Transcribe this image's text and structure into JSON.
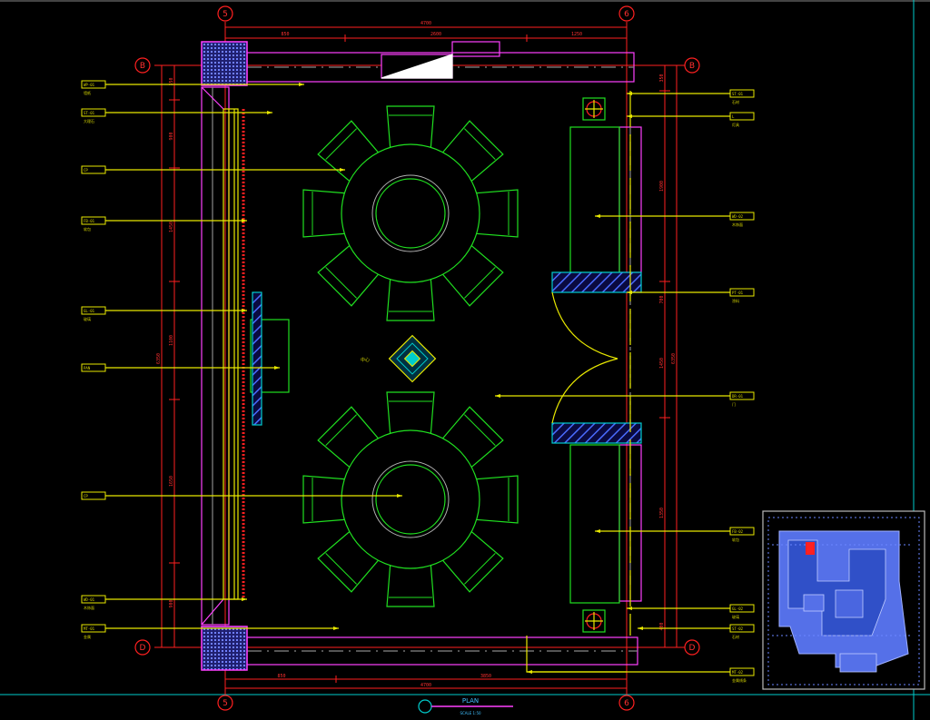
{
  "drawing": {
    "title": "PLAN",
    "subtitle": "SCALE 1:50",
    "center_tag": "中心"
  },
  "grid_marks": {
    "top_left": "5",
    "top_right": "6",
    "bottom_left": "5",
    "bottom_right": "6",
    "left_top": "B",
    "left_bottom": "D",
    "right_top": "B",
    "right_bottom": "D"
  },
  "dimensions": {
    "top_total": "4700",
    "top_parts": [
      "850",
      "2600",
      "1250"
    ],
    "bottom_total": "4700",
    "bottom_parts": [
      "850",
      "3850"
    ],
    "left_total": "6350",
    "left_parts": [
      "350",
      "900",
      "1450",
      "1100",
      "1650",
      "900"
    ],
    "right_total": "6350",
    "right_parts": [
      "350",
      "1900",
      "700",
      "1450",
      "1350",
      "400"
    ]
  },
  "left_callouts": [
    {
      "code": "WP-01",
      "note": "墙纸"
    },
    {
      "code": "ST-01",
      "note": "大理石"
    },
    {
      "code": "CP",
      "note": ""
    },
    {
      "code": "FB-01",
      "note": "软包"
    },
    {
      "code": "GL-01",
      "note": "玻璃"
    },
    {
      "code": "PAN",
      "note": ""
    },
    {
      "code": "CP",
      "note": ""
    },
    {
      "code": "WD-01",
      "note": "木饰面"
    },
    {
      "code": "MT-01",
      "note": "金属"
    }
  ],
  "right_callouts": [
    {
      "code": "ST-01",
      "note": "石材"
    },
    {
      "code": "L",
      "note": "灯具"
    },
    {
      "code": "WD-02",
      "note": "木饰面"
    },
    {
      "code": "PT-01",
      "note": "涂料"
    },
    {
      "code": "DR-01",
      "note": "门"
    },
    {
      "code": "FB-02",
      "note": "软包"
    },
    {
      "code": "GL-02",
      "note": "玻璃"
    },
    {
      "code": "ST-02",
      "note": "石材"
    },
    {
      "code": "MT-02",
      "note": "金属线条"
    }
  ],
  "colors": {
    "dim_red": "#ff2020",
    "wall_magenta": "#ff40ff",
    "furniture_green": "#20e020",
    "callout_yellow": "#e8e800",
    "hatch_blue": "#4060ff",
    "keyplan_blue": "#6a86ff",
    "highlight_red": "#ff2020"
  }
}
